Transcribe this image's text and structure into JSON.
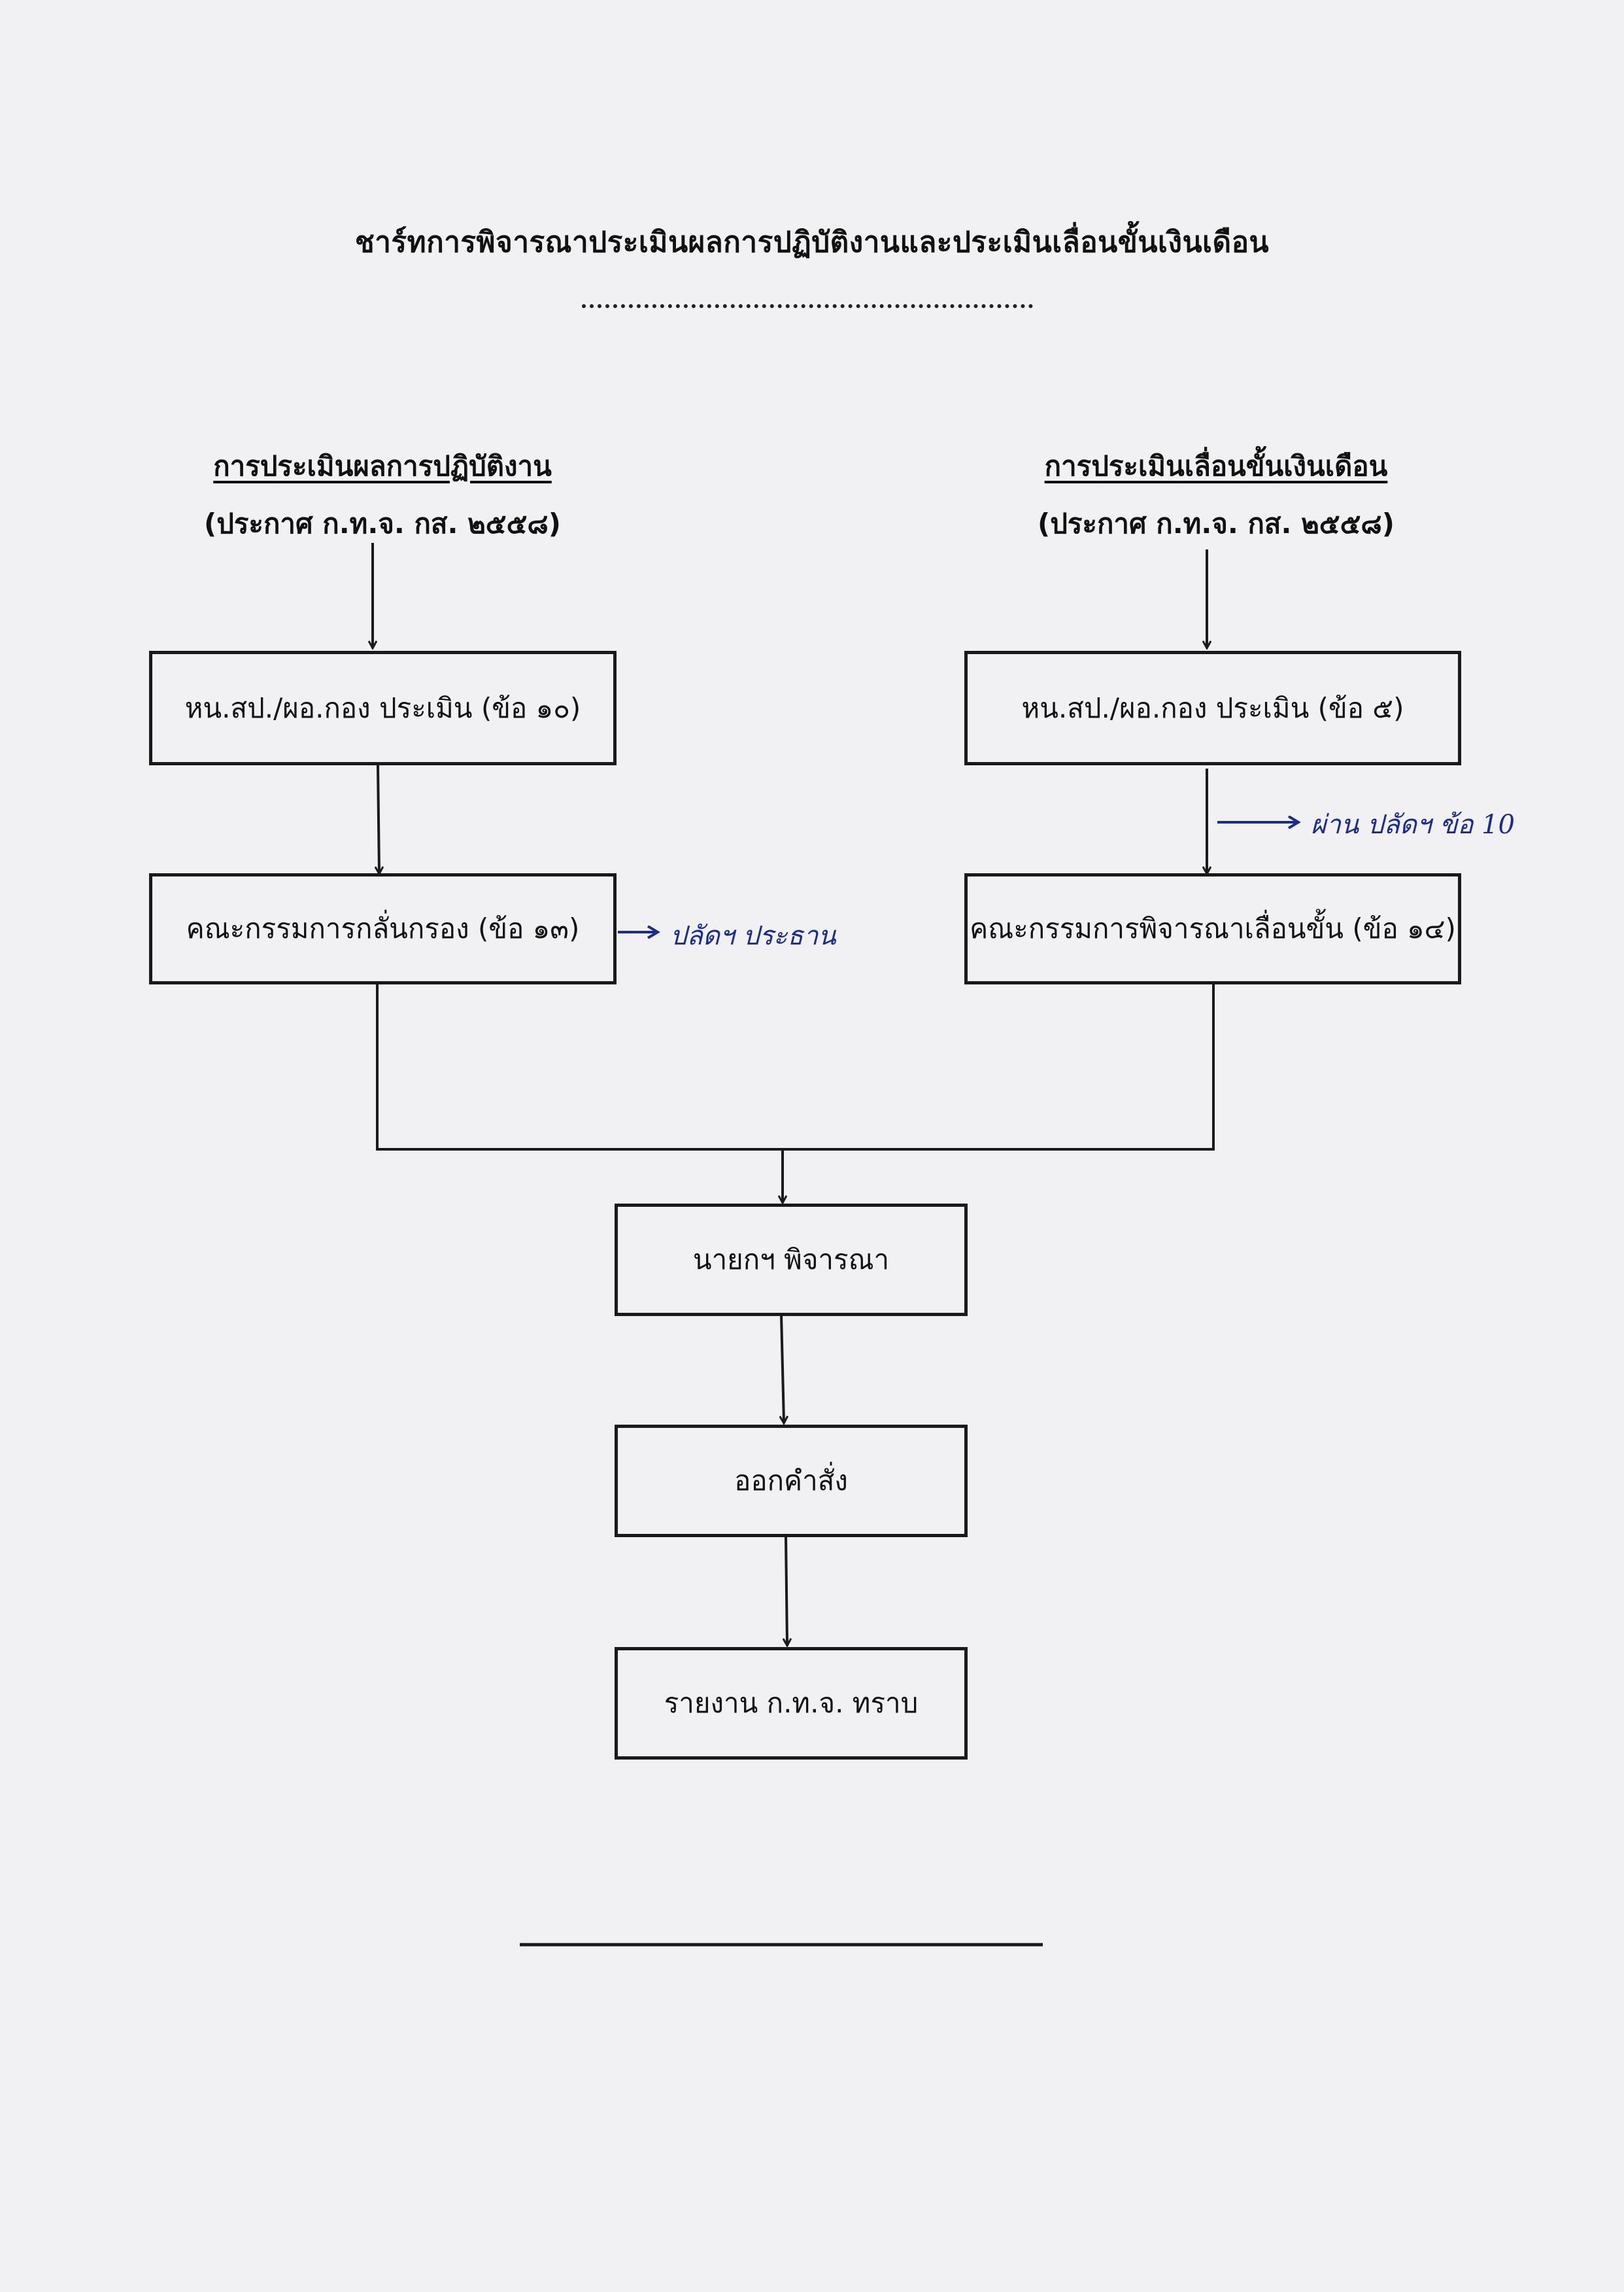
{
  "title": "ชาร์ทการพิจารณาประเมินผลการปฏิบัติงานและประเมินเลื่อนขั้นเงินเดือน",
  "left_column": {
    "heading": "การประเมินผลการปฏิบัติงาน",
    "source": "(ประกาศ ก.ท.จ. กส. ๒๕๕๘)",
    "step1": "หน.สป./ผอ.กอง ประเมิน (ข้อ ๑๐)",
    "step2": "คณะกรรมการกลั่นกรอง  (ข้อ ๑๓)",
    "note": "ปลัดฯ ประธาน"
  },
  "right_column": {
    "heading": "การประเมินเลื่อนขั้นเงินเดือน",
    "source": "(ประกาศ ก.ท.จ. กส. ๒๕๕๘)",
    "step1": "หน.สป./ผอ.กอง ประเมิน (ข้อ ๕)",
    "step2": "คณะกรรมการพิจารณาเลื่อนขั้น  (ข้อ ๑๔)",
    "note": "ผ่าน ปลัดฯ ข้อ 10"
  },
  "merged_steps": {
    "step1": "นายกฯ  พิจารณา",
    "step2": "ออกคำสั่ง",
    "step3": "รายงาน ก.ท.จ. ทราบ"
  },
  "colors": {
    "paper": "#f1f1f4",
    "ink": "#1a1a1a",
    "handwriting": "#1c2c8a"
  }
}
